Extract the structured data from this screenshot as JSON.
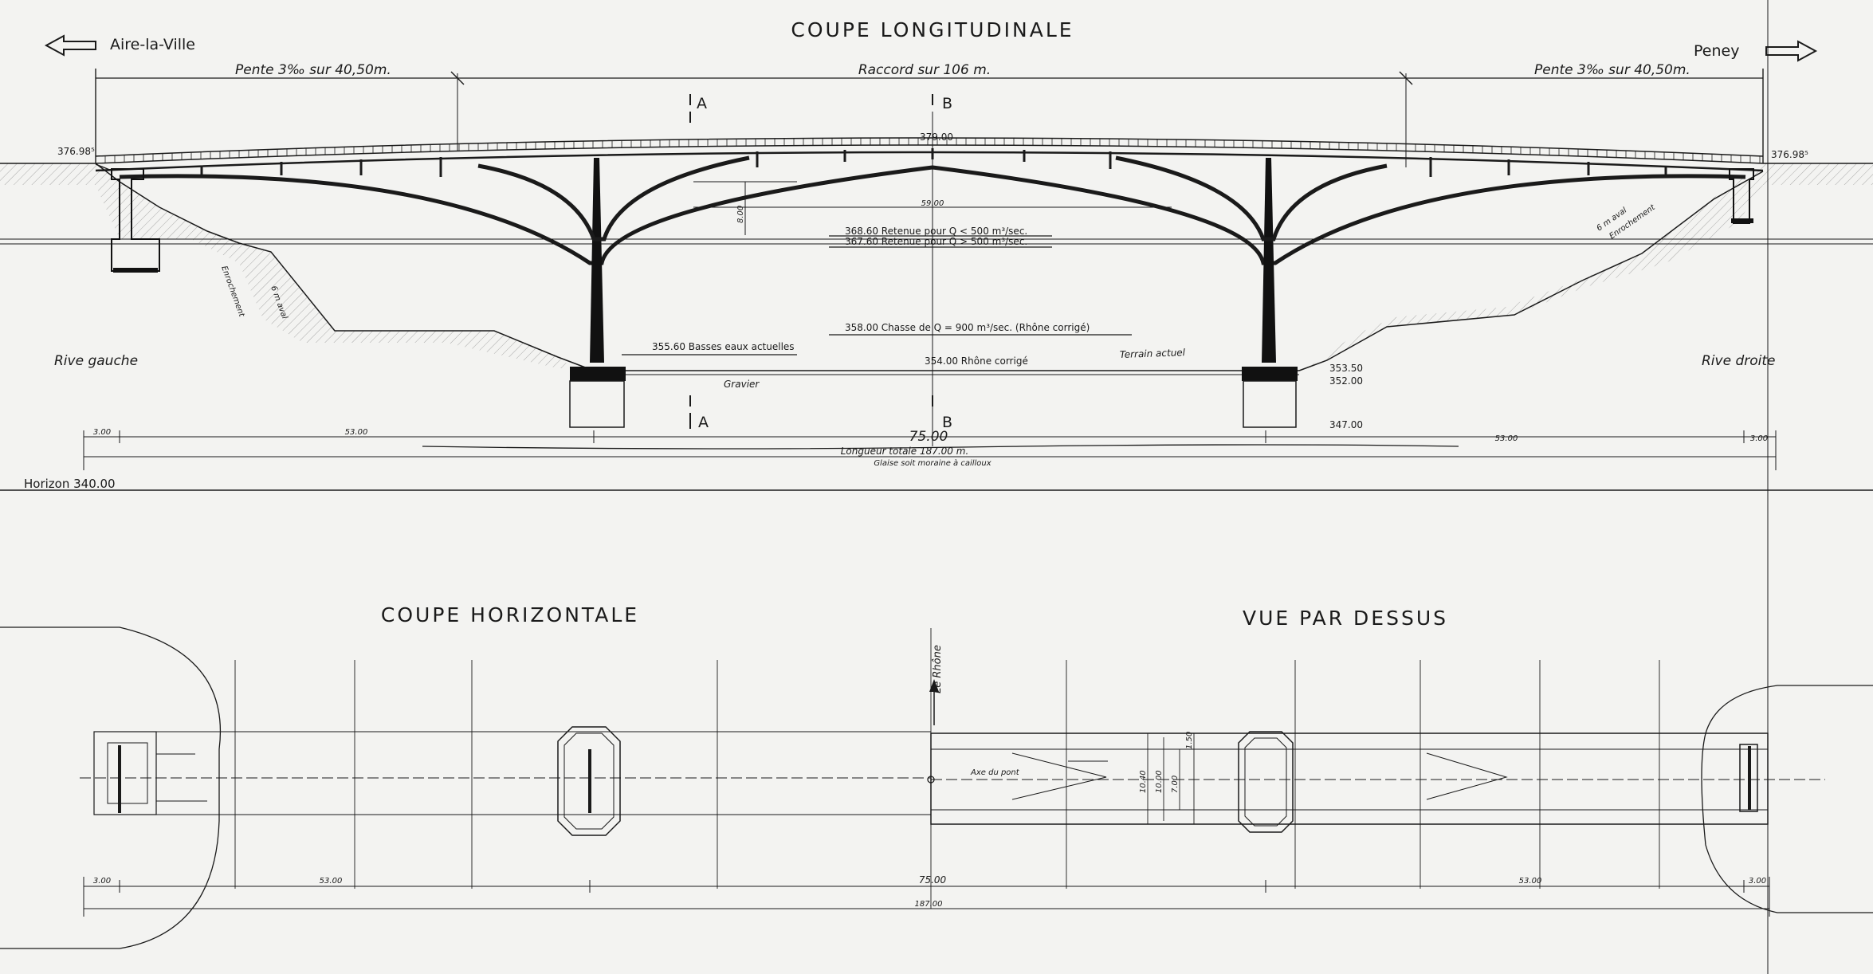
{
  "titles": {
    "longitudinal": "COUPE LONGITUDINALE",
    "horizontal": "COUPE HORIZONTALE",
    "top_view": "VUE PAR DESSUS"
  },
  "directions": {
    "left": "Aire-la-Ville",
    "right": "Peney"
  },
  "banks": {
    "left": "Rive gauche",
    "right": "Rive droite"
  },
  "slopes": {
    "left": "Pente 3‰ sur 40,50m.",
    "center": "Raccord sur 106 m.",
    "right": "Pente 3‰ sur 40,50m."
  },
  "sections": {
    "a": "A",
    "b": "B"
  },
  "elevations": {
    "left_abutment": "376.98⁵",
    "right_abutment": "376.98⁵",
    "crown": "379.00",
    "retention_low": "368.60 Retenue pour Q < 500 m³/sec.",
    "retention_high": "367.60 Retenue pour Q > 500 m³/sec.",
    "flush": "358.00 Chasse de Q = 900 m³/sec. (Rhône corrigé)",
    "low_water": "355.60 Basses eaux actuelles",
    "rhone_corrected": "354.00 Rhône corrigé",
    "pier_353": "353.50",
    "pier_352": "352.00",
    "pier_347": "347.00",
    "horizon": "Horizon 340.00"
  },
  "annotations": {
    "terrain": "Terrain actuel",
    "gravel": "Gravier",
    "clay": "Glaise soit moraine à cailloux",
    "arch_height": "8.00",
    "arch_span": "59.00",
    "total_length": "Longueur totale 187.00 m.",
    "slope_left_1": "Enrochement",
    "slope_left_2": "6 m aval",
    "slope_right_1": "6 m aval",
    "slope_right_2": "Enrochement",
    "river": "Le Rhône",
    "axis": "Axe du pont"
  },
  "dimensions": {
    "end_span": "3.00",
    "side_span": "53.00",
    "main_span": "75.00",
    "total": "187.00"
  },
  "width_dims": {
    "d1": "10.40",
    "d2": "10.00",
    "d3": "7.00",
    "d4": "1.50"
  }
}
